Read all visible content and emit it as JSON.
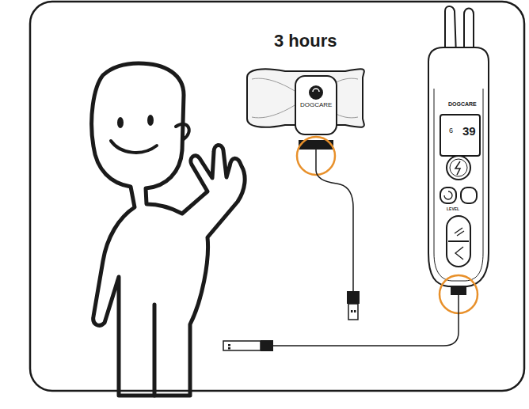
{
  "diagram": {
    "labels": [
      "3 hours",
      "DOGCARE",
      "DOGCARE",
      "6",
      "39",
      "LEVEL"
    ]
  }
}
